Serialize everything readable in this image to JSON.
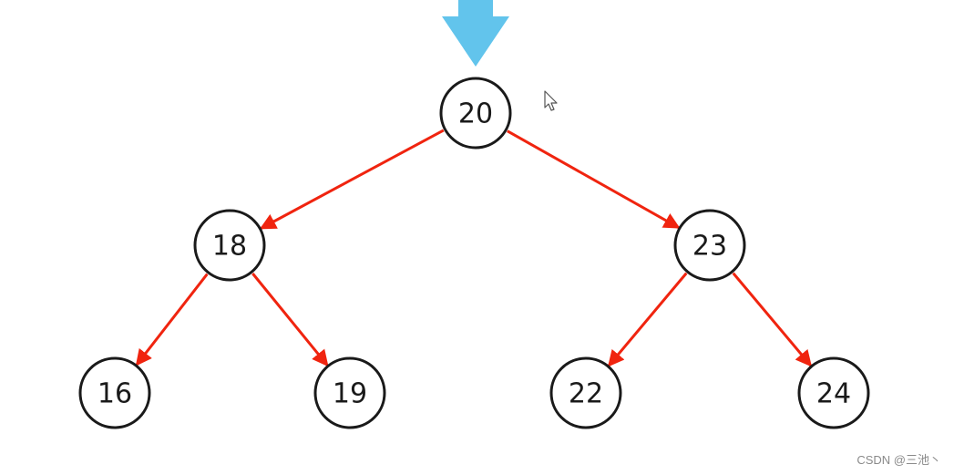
{
  "diagram": {
    "type": "binary-tree",
    "colors": {
      "edge": "#f0240f",
      "node_stroke": "#1a1a1a",
      "node_fill": "#ffffff",
      "insert_arrow": "#62c4ec"
    },
    "nodes": [
      {
        "id": "n20",
        "label": "20"
      },
      {
        "id": "n18",
        "label": "18"
      },
      {
        "id": "n23",
        "label": "23"
      },
      {
        "id": "n16",
        "label": "16"
      },
      {
        "id": "n19",
        "label": "19"
      },
      {
        "id": "n22",
        "label": "22"
      },
      {
        "id": "n24",
        "label": "24"
      }
    ],
    "edges": [
      {
        "from": "n20",
        "to": "n18"
      },
      {
        "from": "n20",
        "to": "n23"
      },
      {
        "from": "n18",
        "to": "n16"
      },
      {
        "from": "n18",
        "to": "n19"
      },
      {
        "from": "n23",
        "to": "n22"
      },
      {
        "from": "n23",
        "to": "n24"
      }
    ],
    "pointer": {
      "icon": "insert-arrow-icon",
      "target": "n20"
    },
    "cursor_icon": "mouse-pointer-icon"
  },
  "watermark": "CSDN @三池丶"
}
